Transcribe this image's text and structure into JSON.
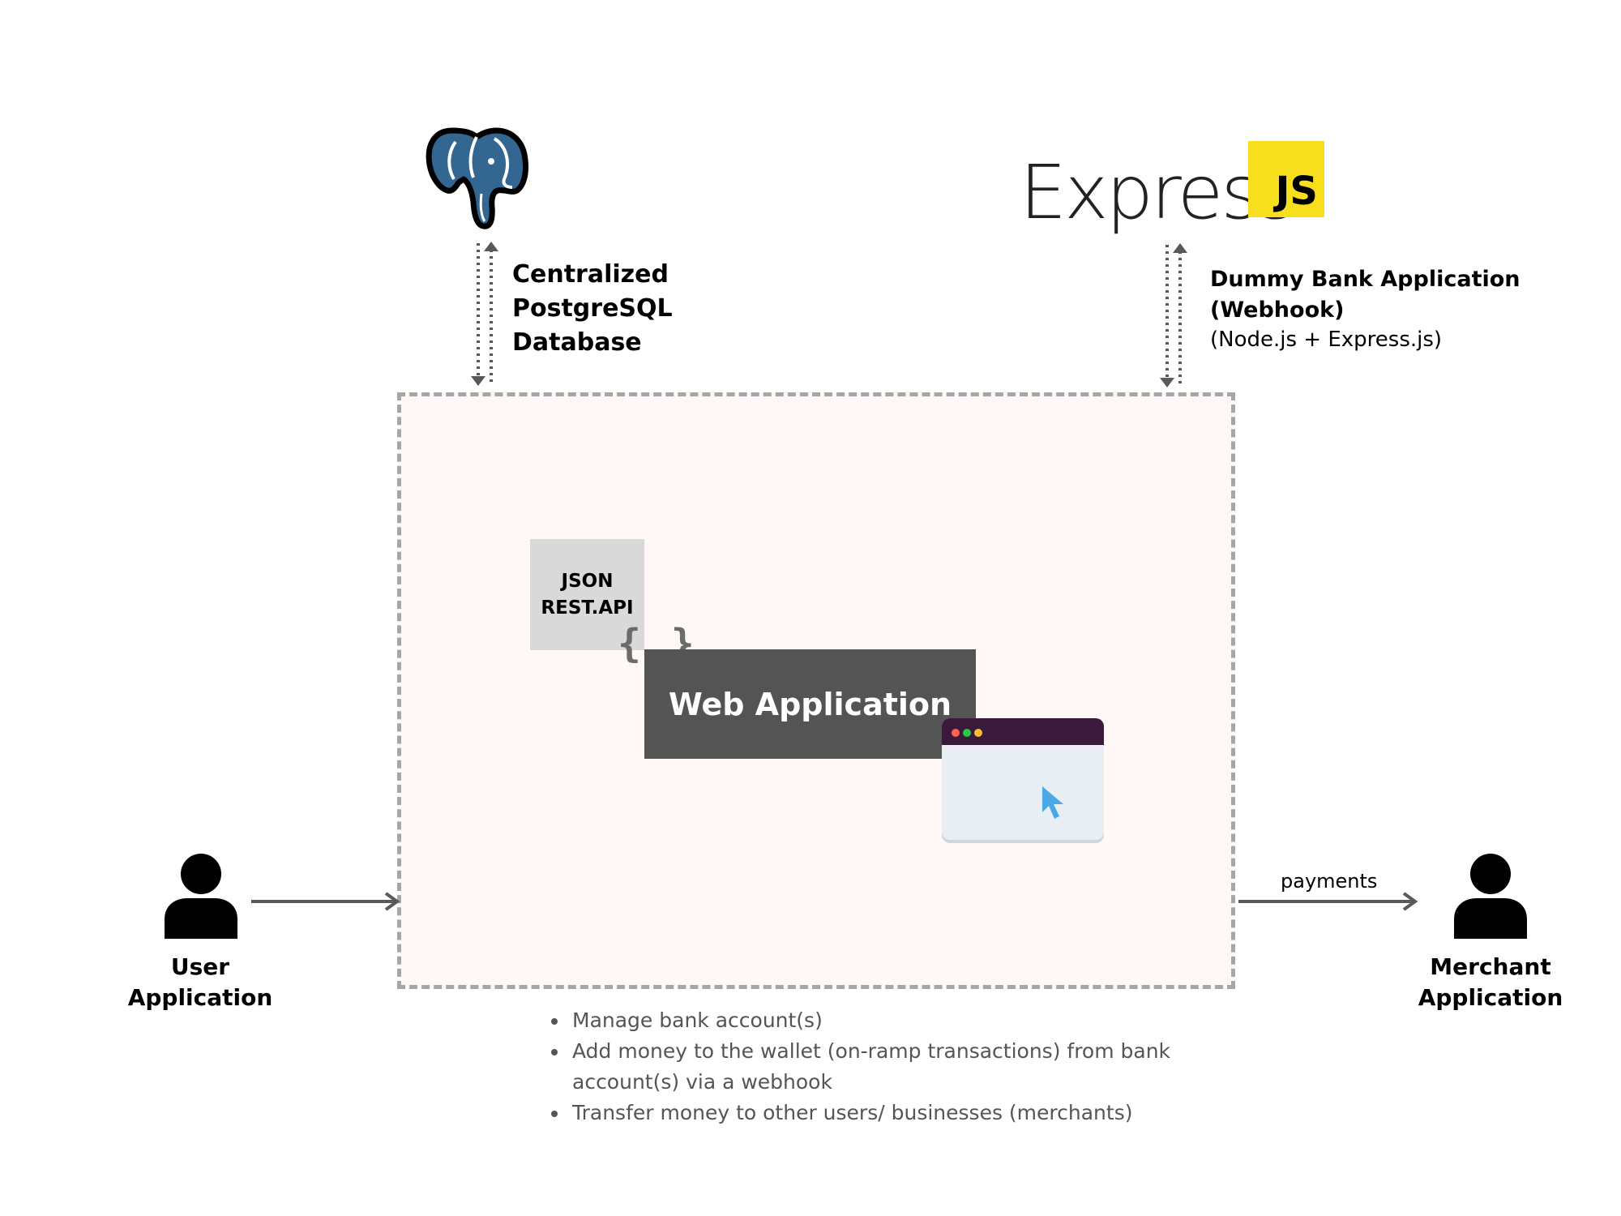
{
  "database": {
    "icon": "postgresql-elephant-icon",
    "label_lines": [
      "Centralized",
      "PostgreSQL",
      "Database"
    ]
  },
  "bank": {
    "logo_word": "Express",
    "logo_badge": "JS",
    "title_lines": [
      "Dummy Bank Application",
      "(Webhook)"
    ],
    "subtitle": "(Node.js + Express.js)"
  },
  "core": {
    "json_lines": [
      "JSON",
      "REST.API"
    ],
    "braces": "{ }",
    "web_app": "Web Application"
  },
  "user": {
    "icon": "person-icon",
    "label_lines": [
      "User",
      "Application"
    ]
  },
  "merchant": {
    "icon": "person-icon",
    "label_lines": [
      "Merchant",
      "Application"
    ],
    "edge_label": "payments"
  },
  "features": [
    "Manage bank account(s)",
    "Add money to the wallet (on-ramp transactions) from bank account(s) via a webhook",
    "Transfer money to other users/ businesses (merchants)"
  ],
  "colors": {
    "box_border": "#a6a6a6",
    "box_fill": "#fff8f7",
    "web_app_fill": "#545454",
    "json_fill": "#d9d9d9",
    "js_yellow": "#f7df1e",
    "postgres_blue": "#336791",
    "cursor_blue": "#4aa8e8",
    "arrow": "#595959"
  }
}
